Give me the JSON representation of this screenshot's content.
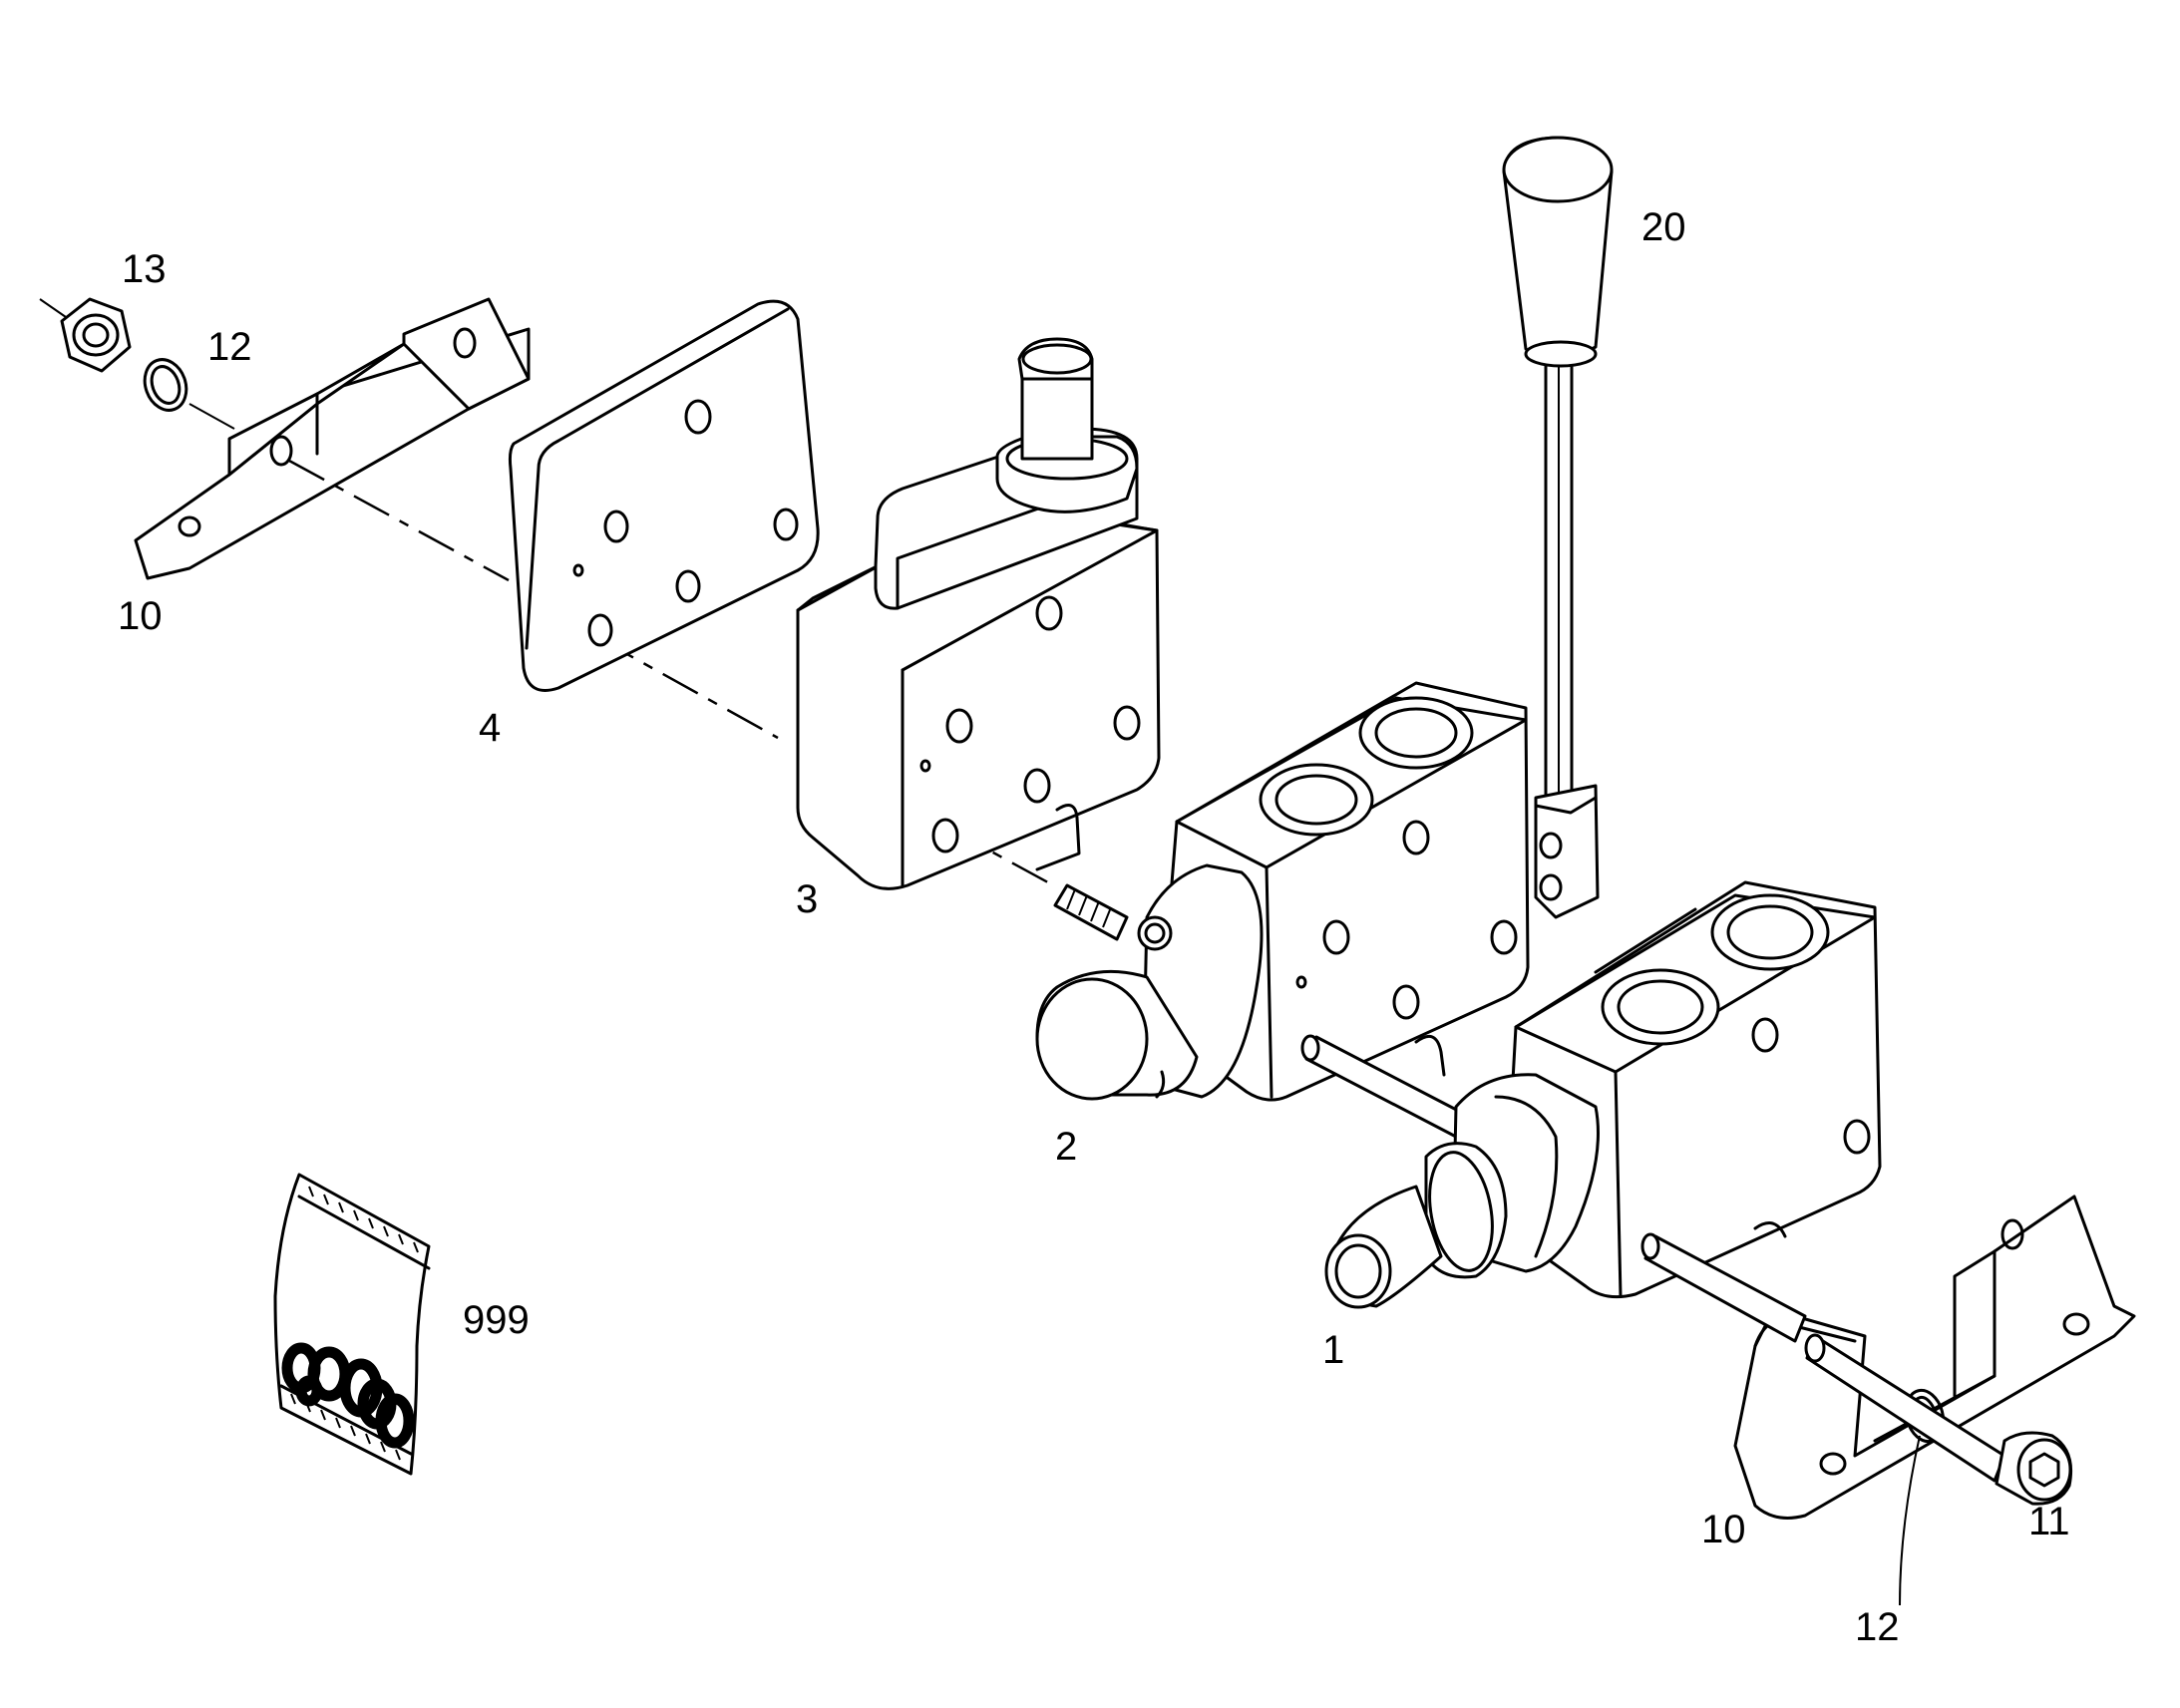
{
  "callouts": {
    "c13": "13",
    "c12_top": "12",
    "c10_top": "10",
    "c4": "4",
    "c3": "3",
    "c20": "20",
    "c2": "2",
    "c999": "999",
    "c1": "1",
    "c10_bottom": "10",
    "c11": "11",
    "c12_bottom": "12"
  }
}
